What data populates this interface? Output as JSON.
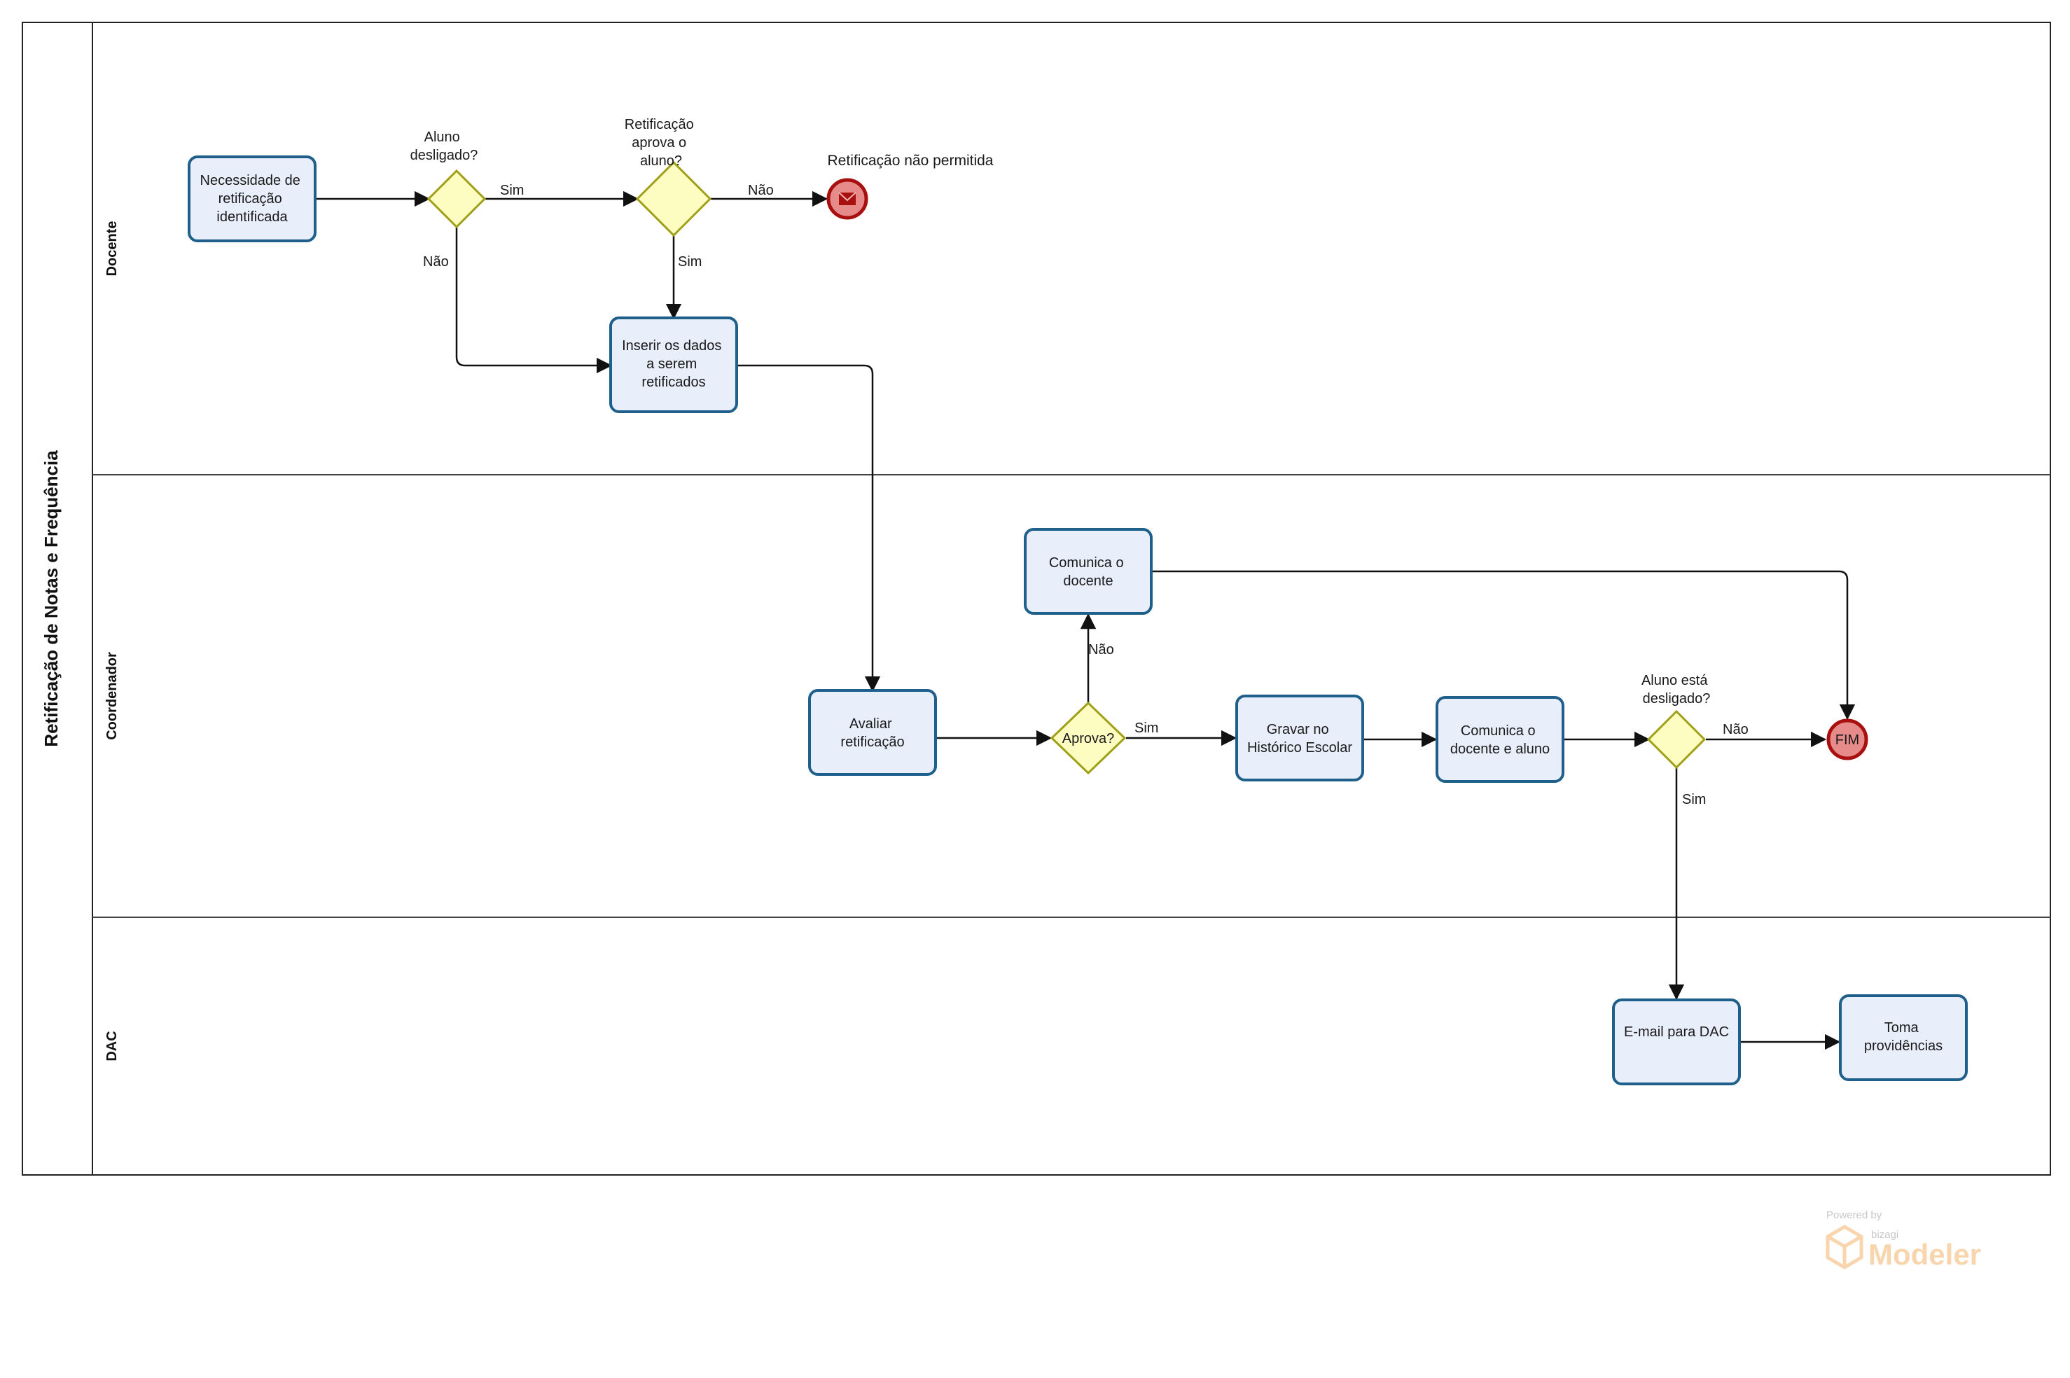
{
  "pool": {
    "title": "Retificação de Notas e Frequência"
  },
  "lanes": [
    {
      "id": "docente",
      "label": "Docente"
    },
    {
      "id": "coordenador",
      "label": "Coordenador"
    },
    {
      "id": "dac",
      "label": "DAC"
    }
  ],
  "tasks": {
    "necessidade": [
      "Necessidade de",
      "retificação",
      "identificada"
    ],
    "inserir": [
      "Inserir os dados",
      "a serem",
      "retificados"
    ],
    "avaliar": [
      "Avaliar",
      "retificação"
    ],
    "comunica_docente": [
      "Comunica o",
      "docente"
    ],
    "gravar": [
      "Gravar no",
      "Histórico Escolar"
    ],
    "comunica_docente_aluno": [
      "Comunica o",
      "docente e aluno"
    ],
    "email_dac": [
      "E-mail para DAC"
    ],
    "toma": [
      "Toma",
      "providências"
    ]
  },
  "gateways": {
    "aluno_desligado": [
      "Aluno",
      "desligado?"
    ],
    "retificacao_aprova": [
      "Retificação",
      "aprova o",
      "aluno?"
    ],
    "aprova": "Aprova?",
    "aluno_esta_desligado": [
      "Aluno está",
      "desligado?"
    ]
  },
  "events": {
    "nao_permitida": "Retificação não permitida",
    "fim": "FIM"
  },
  "edge_labels": {
    "sim1": "Sim",
    "nao1": "Não",
    "nao2": "Não",
    "sim2": "Sim",
    "nao3": "Não",
    "sim3": "Sim",
    "nao4": "Não",
    "sim4": "Sim"
  },
  "watermark": {
    "powered": "Powered by",
    "brand": "bizagi",
    "product": "Modeler"
  }
}
